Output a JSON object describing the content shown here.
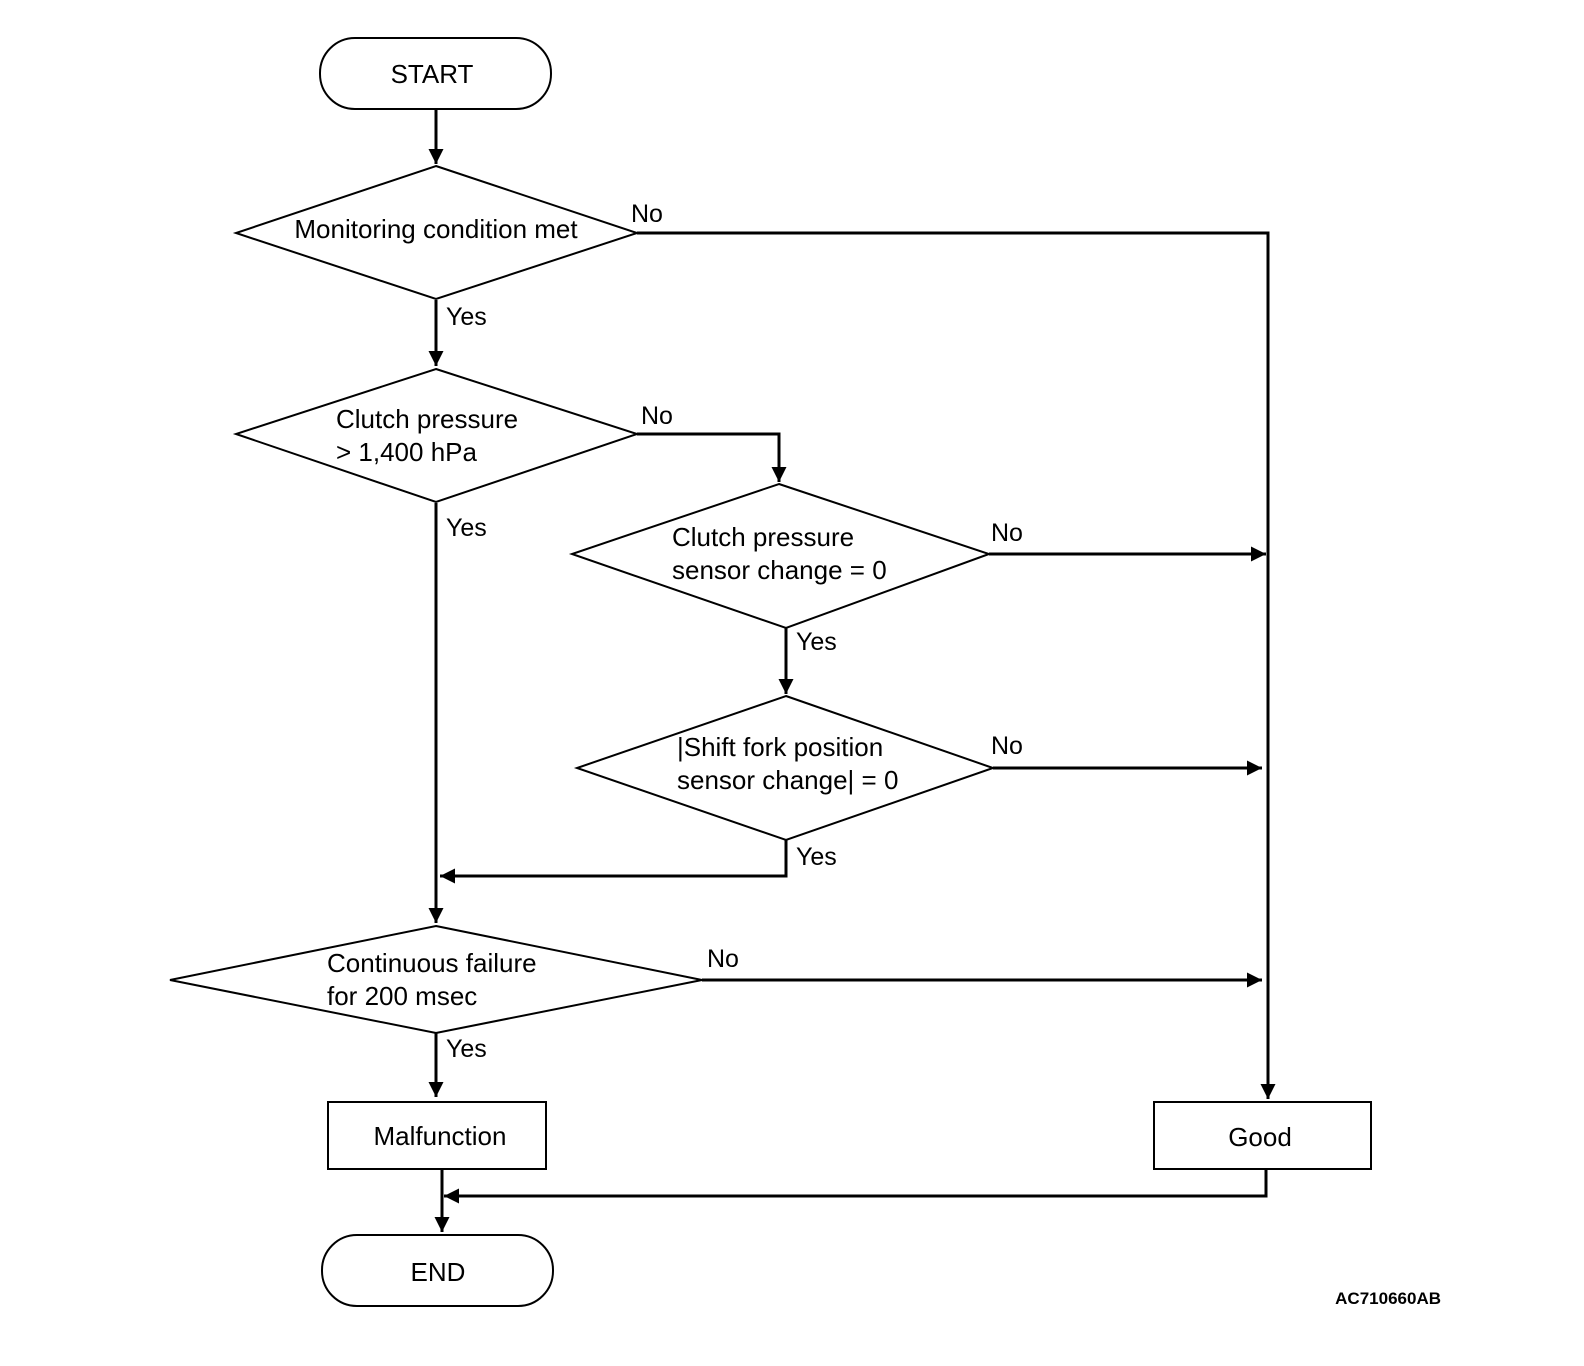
{
  "terminals": {
    "start": "START",
    "end": "END"
  },
  "decisions": {
    "monitoring": [
      "Monitoring condition met"
    ],
    "clutch_pressure": [
      "Clutch pressure",
      "> 1,400 hPa"
    ],
    "pressure_sensor_change": [
      "Clutch pressure",
      "sensor change = 0"
    ],
    "shift_fork_change": [
      "|Shift fork position",
      "sensor change| = 0"
    ],
    "continuous_failure": [
      "Continuous failure",
      "for 200 msec"
    ]
  },
  "results": {
    "malfunction": "Malfunction",
    "good": "Good"
  },
  "branch_labels": {
    "yes": "Yes",
    "no": "No"
  },
  "figure_id": "AC710660AB"
}
